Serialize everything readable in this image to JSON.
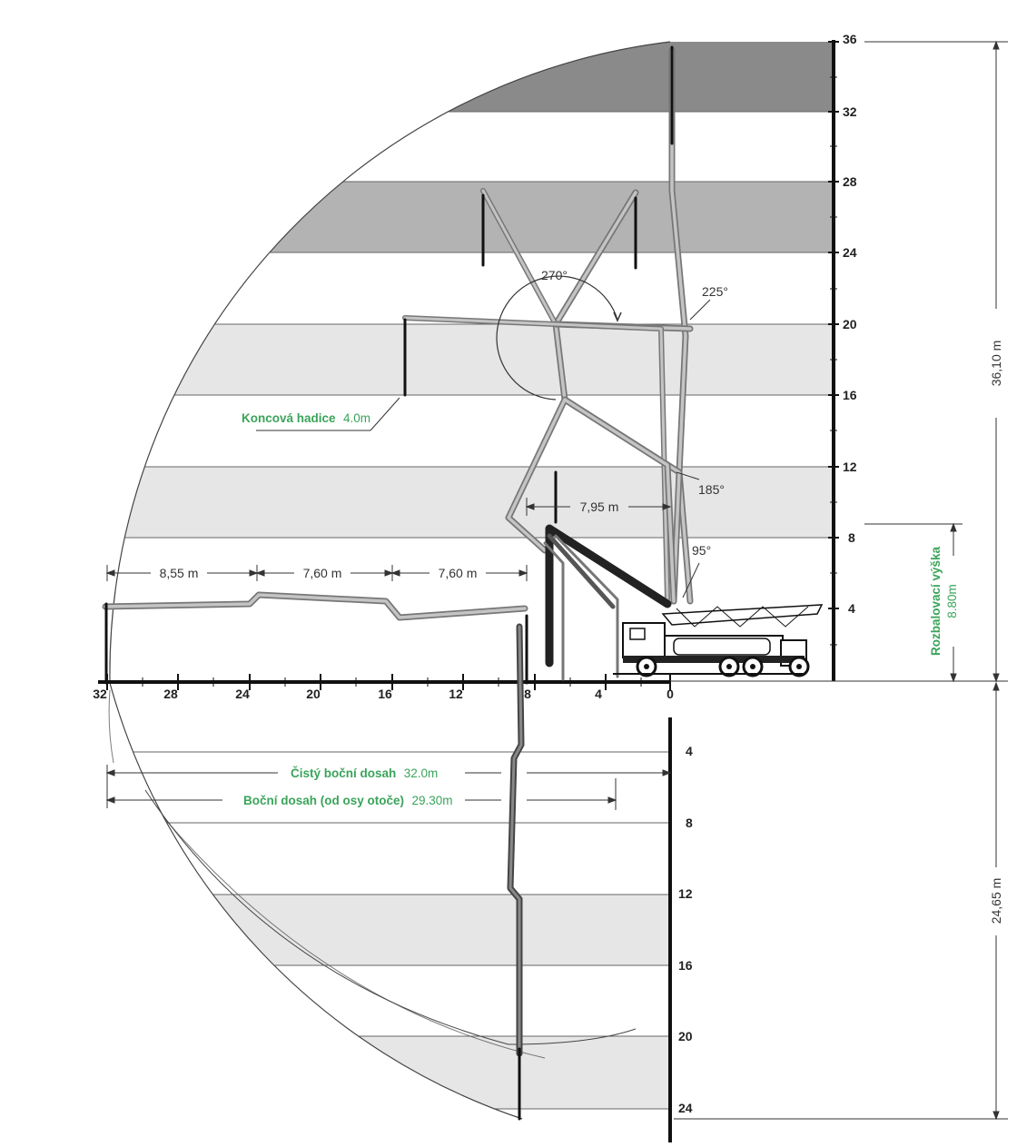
{
  "colors": {
    "band_dark": "#8a8a8a",
    "band_mid": "#b3b3b3",
    "band_light": "#e6e6e6",
    "boom": "#9a9a9a",
    "accent_green": "#3aa45a",
    "ink": "#1a1a1a"
  },
  "height_axis": {
    "ticks": [
      "4",
      "8",
      "12",
      "16",
      "20",
      "24",
      "28",
      "32",
      "36"
    ]
  },
  "depth_axis": {
    "ticks": [
      "4",
      "8",
      "12",
      "16",
      "20",
      "24"
    ]
  },
  "reach_axis": {
    "ticks": [
      "32",
      "28",
      "24",
      "20",
      "16",
      "12",
      "8",
      "4",
      "0"
    ]
  },
  "dimensions": {
    "section_1": "8,55 m",
    "section_2": "7,60 m",
    "section_3": "7,60 m",
    "section_4": "7,95 m",
    "max_height": "36,10 m",
    "max_depth": "24,65 m"
  },
  "angles": {
    "a1": "270°",
    "a2": "225°",
    "a3": "185°",
    "a4": "95°"
  },
  "annotations": {
    "end_hose_label": "Koncová hadice",
    "end_hose_value": "4.0m",
    "net_reach_label": "Čistý boční dosah",
    "net_reach_value": "32.0m",
    "reach_label": "Boční dosah (od osy otoče)",
    "reach_value": "29.30m",
    "unfold_label": "Rozbalovací  výška",
    "unfold_value": "8.80m"
  }
}
